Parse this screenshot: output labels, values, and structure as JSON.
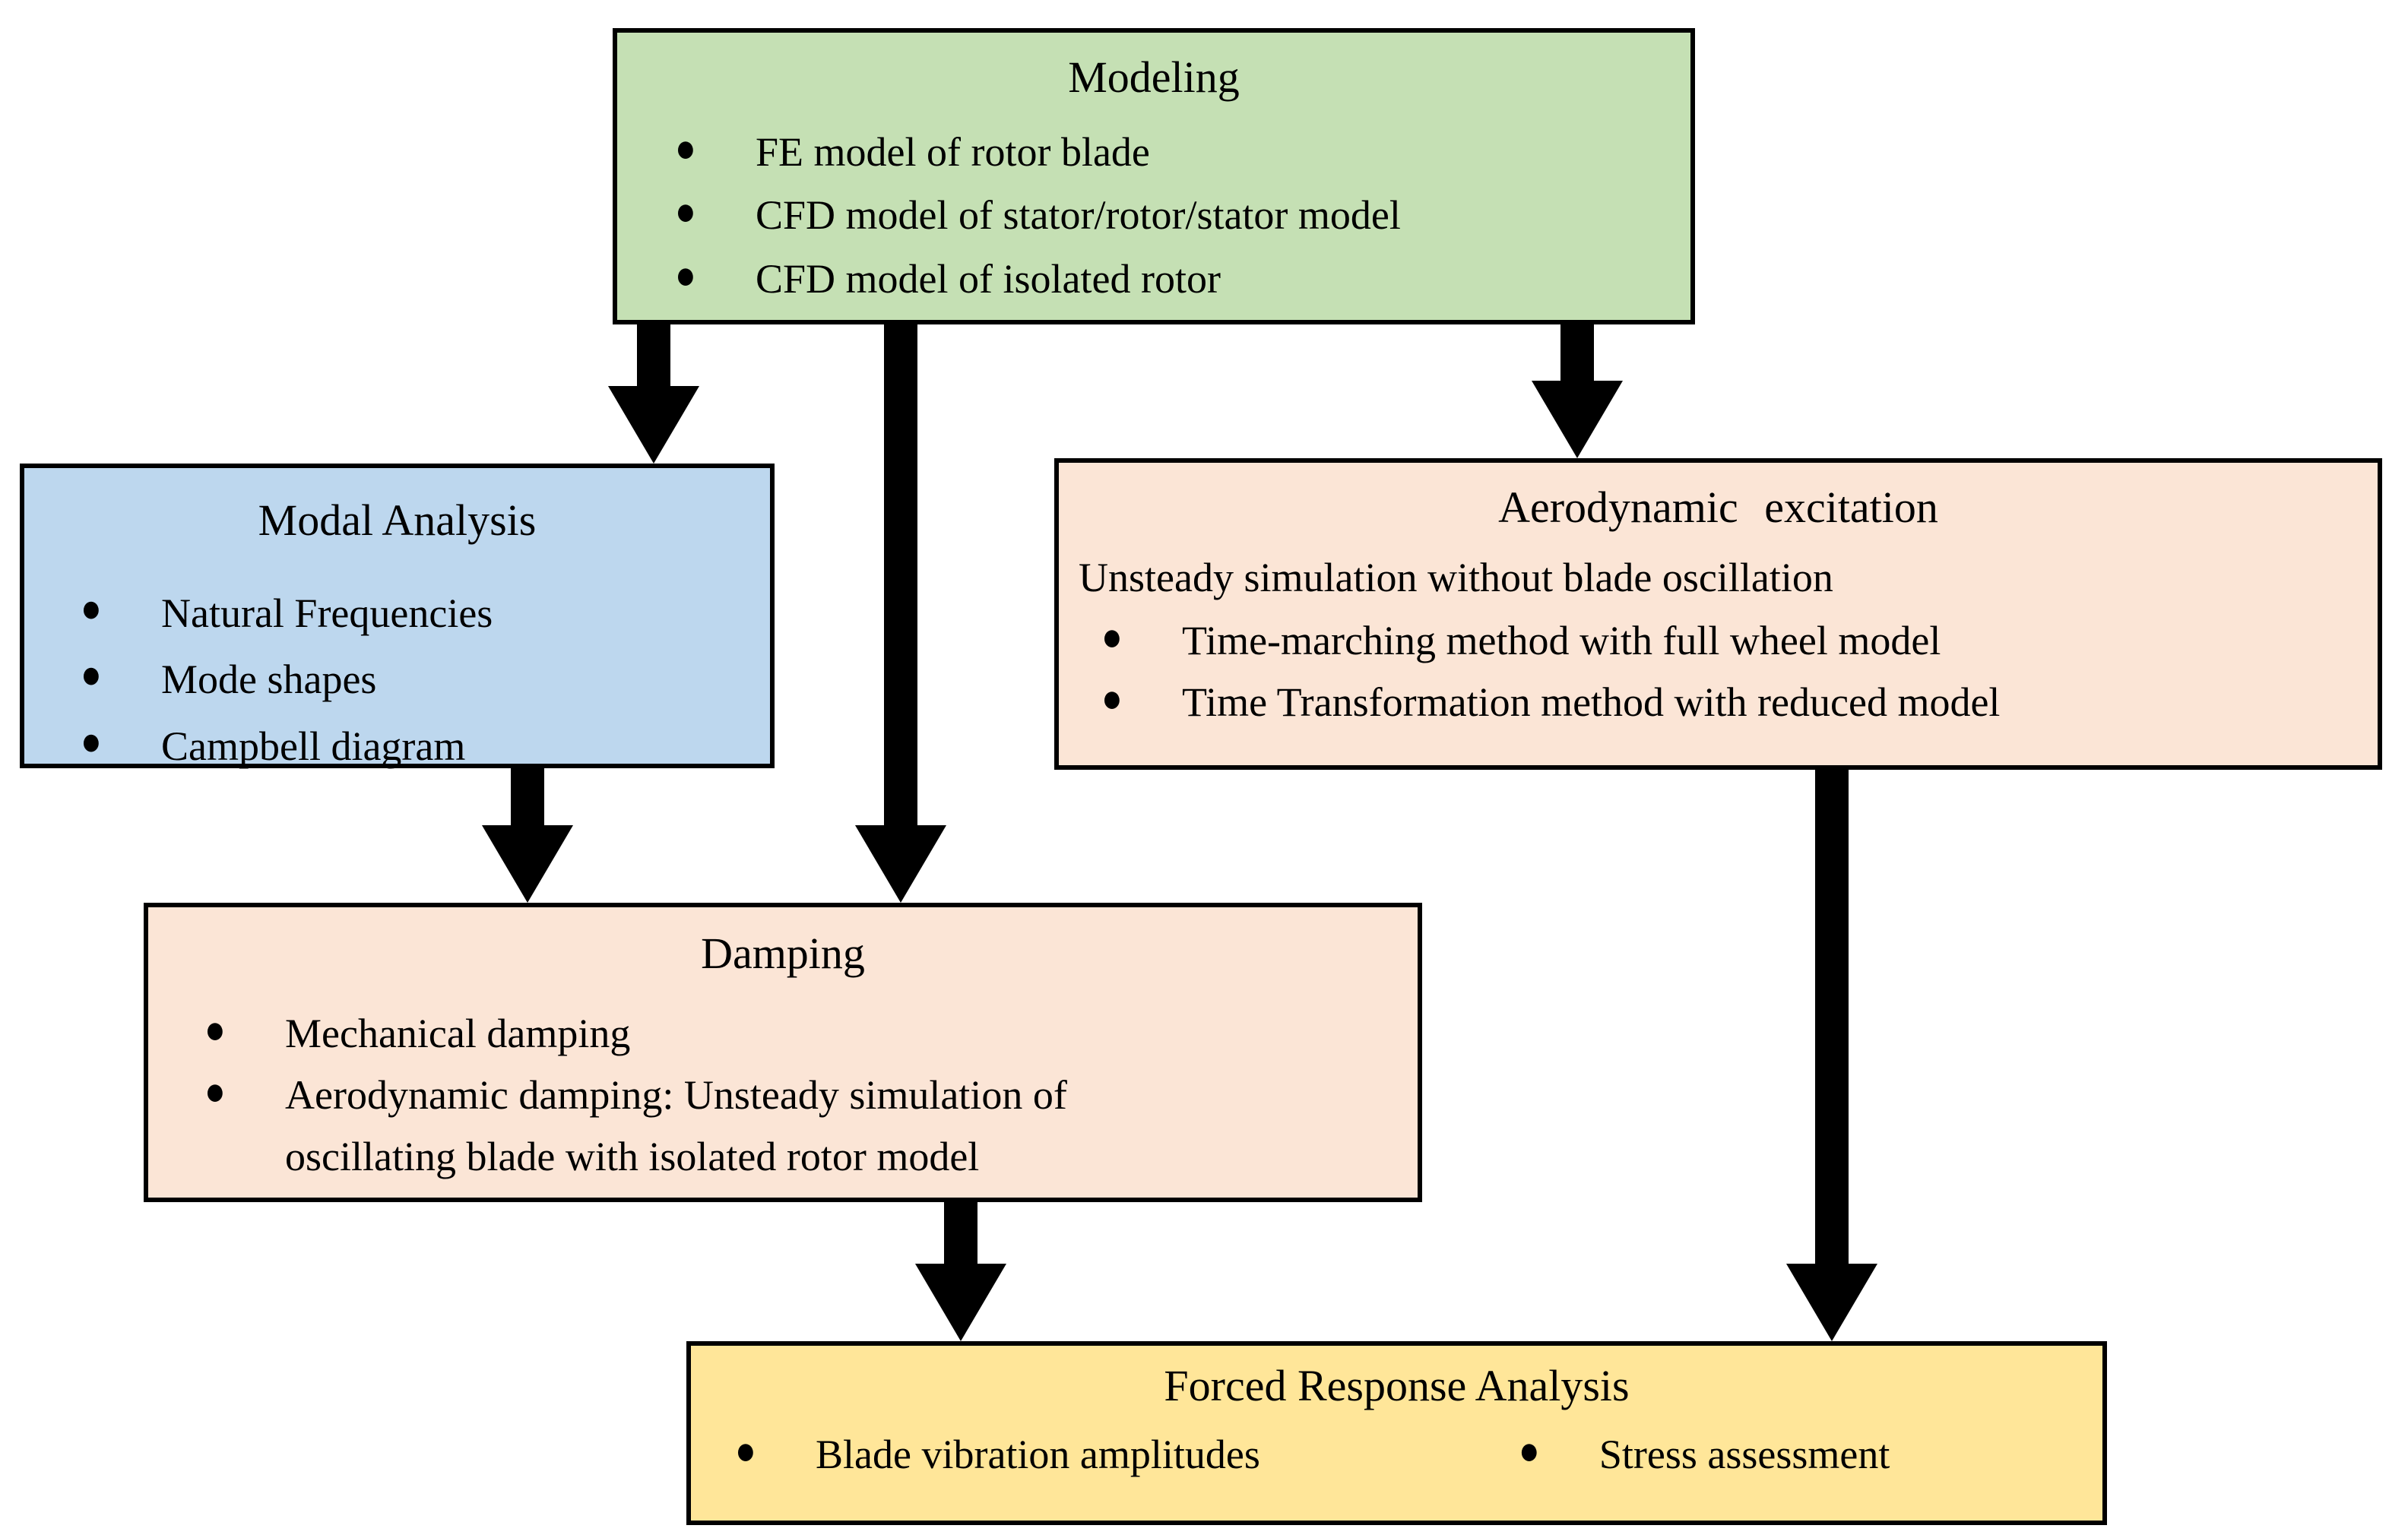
{
  "glyphs": {
    "bullet": "●"
  },
  "colors": {
    "canvas_bg": "#FFFFFF",
    "modeling_bg": "#C5E0B4",
    "modal_analysis_bg": "#BDD7EE",
    "aerodynamic_excitation_bg": "#FBE5D6",
    "damping_bg": "#FBE5D6",
    "forced_response_bg": "#FFE699",
    "border": "#000000",
    "arrow": "#000000",
    "text": "#000000"
  },
  "boxes": {
    "modeling": {
      "title": "Modeling",
      "bullets": [
        "FE model of rotor blade",
        "CFD model of stator/rotor/stator model",
        "CFD model of isolated rotor"
      ]
    },
    "modal_analysis": {
      "title": "Modal Analysis",
      "bullets": [
        "Natural Frequencies",
        "Mode shapes",
        "Campbell diagram"
      ]
    },
    "aerodynamic_excitation": {
      "title": "Aerodynamic excitation",
      "intro": "Unsteady simulation without blade oscillation",
      "bullets": [
        "Time-marching method with full wheel model",
        "Time Transformation method with reduced model"
      ]
    },
    "damping": {
      "title": "Damping",
      "bullets": [
        "Mechanical damping",
        "Aerodynamic damping: Unsteady simulation of oscillating blade with isolated rotor model"
      ]
    },
    "forced_response": {
      "title": "Forced Response Analysis",
      "bullets": [
        "Blade vibration amplitudes",
        "Stress assessment"
      ]
    }
  },
  "arrows": [
    {
      "from": "Modeling",
      "to": "Modal Analysis"
    },
    {
      "from": "Modeling",
      "to": "Damping"
    },
    {
      "from": "Modeling",
      "to": "Aerodynamic excitation"
    },
    {
      "from": "Modal Analysis",
      "to": "Damping"
    },
    {
      "from": "Damping",
      "to": "Forced Response Analysis"
    },
    {
      "from": "Aerodynamic excitation",
      "to": "Forced Response Analysis"
    }
  ]
}
